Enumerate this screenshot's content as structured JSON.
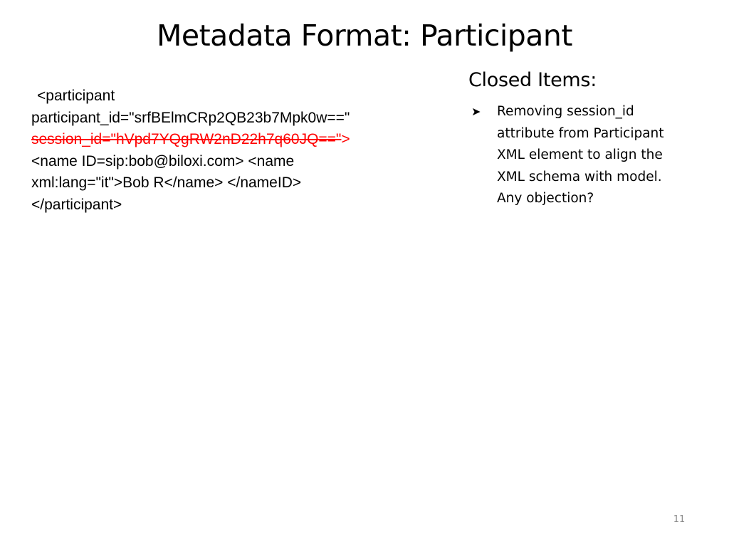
{
  "slide": {
    "title": "Metadata Format:  Participant",
    "code_lines": [
      " <participant",
      "participant_id=\"srfBElmCRp2QB23b7Mpk0w==\"",
      "session_id=\"hVpd7YQgRW2nD22h7q60JQ==\">",
      "<name ID=sip:bob@biloxi.com> <name",
      "xml:lang=\"it\">Bob R</name> </nameID>",
      "</participant>"
    ],
    "struck_line": {
      "struck_text": "session_id=\"hVpd7YQgRW2nD22h7q60JQ==\"",
      "trailing_text": ">",
      "color": "#ff0000"
    },
    "closed_items": {
      "heading": "Closed Items:",
      "bullet_icon": "arrow-bullet-icon",
      "bullet_lines": [
        "Removing session_id",
        "attribute  from Participant",
        "XML element to align the",
        "XML schema with model.",
        "Any objection?"
      ]
    },
    "page_number": "11"
  }
}
